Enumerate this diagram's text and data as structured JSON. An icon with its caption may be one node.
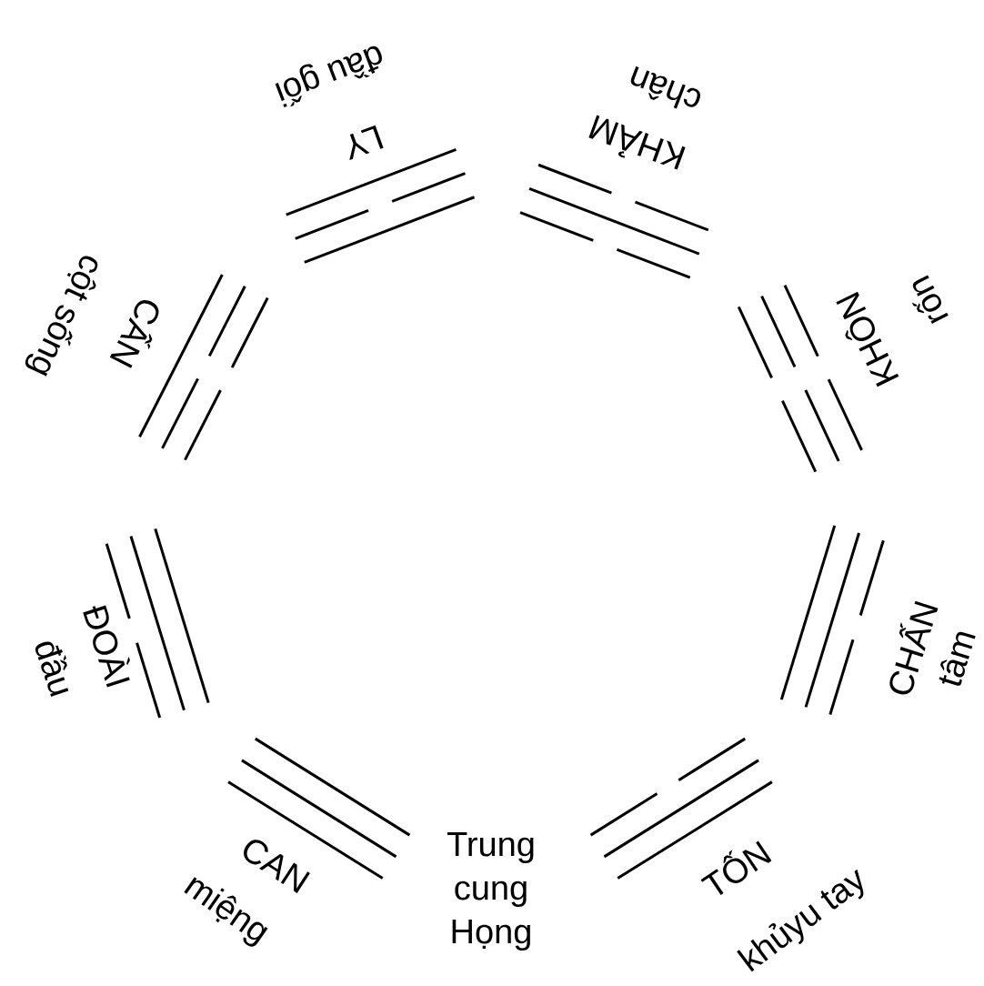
{
  "diagram": {
    "labels": [
      "đầu gối",
      "LY",
      "chân",
      "KHẢM",
      "cột sống",
      "CẤN",
      "rốn",
      "KHÔN",
      "ĐOÀI",
      "đầu",
      "CHẤN",
      "tâm",
      "Trung cung Họng",
      "CAN",
      "miệng",
      "TỐN",
      "khủyu tay"
    ]
  }
}
